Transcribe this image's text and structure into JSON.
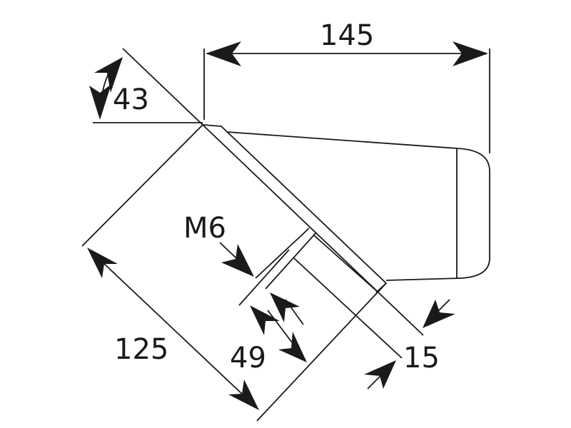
{
  "dimensions": {
    "width_overall": "145",
    "angle": "43",
    "thread": "M6",
    "plate_length": "125",
    "hole_offset": "49",
    "plate_thickness": "15"
  },
  "colors": {
    "line": "#1a1a1a",
    "background": "#ffffff"
  }
}
